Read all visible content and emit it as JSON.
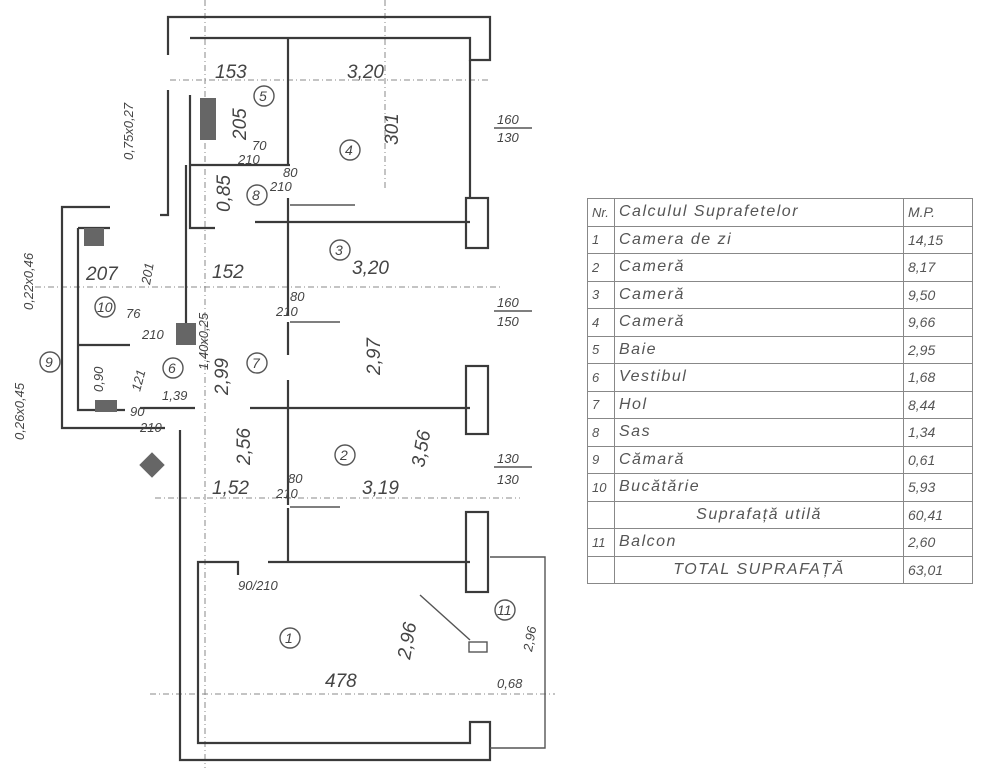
{
  "plan": {
    "dimensions": {
      "d153": "153",
      "d320_top": "3,20",
      "d205": "205",
      "d301": "301",
      "d085": "0,85",
      "d160_130_a": "160",
      "d130_a": "130",
      "d207": "207",
      "d201": "201",
      "d152_a": "152",
      "d320_mid": "3,20",
      "d160_b": "160",
      "d150_b": "150",
      "d297": "2,97",
      "d299": "2,99",
      "d256": "2,56",
      "d152_b": "1,52",
      "d319": "3,19",
      "d356": "3,56",
      "d130_c": "130",
      "d130_d": "130",
      "d296_a": "2,96",
      "d296_b": "2,96",
      "d478": "478",
      "d068": "0,68",
      "d139": "1,39",
      "d121": "121",
      "d090": "0,90"
    },
    "doors": {
      "door_5": "210",
      "door_5_w": "70",
      "door_8": "80",
      "door_8_h": "210",
      "door_3": "80",
      "door_3_h": "210",
      "door_10": "76",
      "door_10_h": "210",
      "door_6": "90",
      "door_6_h": "210",
      "door_2": "80",
      "door_2_h": "210",
      "door_1": "90/210"
    },
    "windows": {
      "win_bath": "0,75x0,27",
      "win_kitchen": "0,22x0,46",
      "win_pantry": "0,26x0,45",
      "win_vest": "1,40x0,25"
    },
    "rooms": [
      "1",
      "2",
      "3",
      "4",
      "5",
      "6",
      "7",
      "8",
      "10",
      "9",
      "11"
    ]
  },
  "table": {
    "header": {
      "nr": "Nr.",
      "title": "Calculul Suprafetelor",
      "unit": "M.P."
    },
    "rows": [
      {
        "nr": "1",
        "name": "Camera de zi",
        "area": "14,15"
      },
      {
        "nr": "2",
        "name": "Cameră",
        "area": "8,17"
      },
      {
        "nr": "3",
        "name": "Cameră",
        "area": "9,50"
      },
      {
        "nr": "4",
        "name": "Cameră",
        "area": "9,66"
      },
      {
        "nr": "5",
        "name": "Baie",
        "area": "2,95"
      },
      {
        "nr": "6",
        "name": "Vestibul",
        "area": "1,68"
      },
      {
        "nr": "7",
        "name": "Hol",
        "area": "8,44"
      },
      {
        "nr": "8",
        "name": "Sas",
        "area": "1,34"
      },
      {
        "nr": "9",
        "name": "Cămară",
        "area": "0,61"
      },
      {
        "nr": "10",
        "name": "Bucătărie",
        "area": "5,93"
      },
      {
        "nr": "",
        "name": "Suprafață utilă",
        "area": "60,41"
      },
      {
        "nr": "11",
        "name": "Balcon",
        "area": "2,60"
      },
      {
        "nr": "",
        "name": "TOTAL SUPRAFAȚĂ",
        "area": "63,01"
      }
    ]
  }
}
